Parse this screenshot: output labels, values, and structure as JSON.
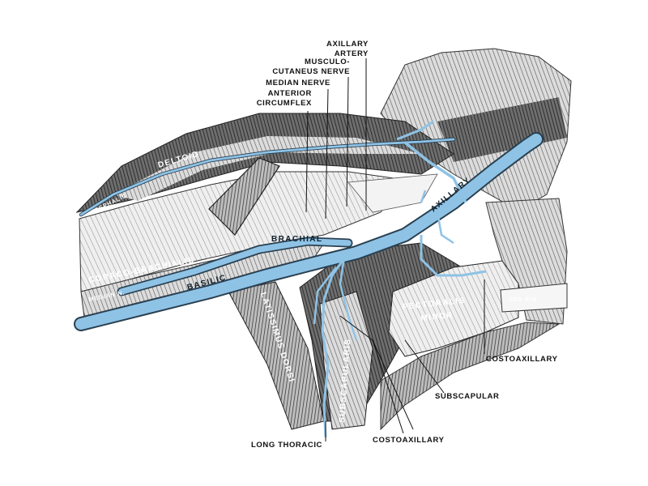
{
  "figure": {
    "labels": {
      "axillary_artery": [
        "AXILLARY",
        "ARTERY"
      ],
      "musculocutaneous_nerve": [
        "MUSCULO-",
        "CUTANEUS NERVE"
      ],
      "median_nerve": "MEDIAN NERVE",
      "anterior_circumflex": [
        "ANTERIOR",
        "CIRCUMFLEX"
      ],
      "deltoid": "DELTOID",
      "cephalic": "CEPHALIC",
      "axillary": "AXILLARY",
      "brachial": "BRACHIAL",
      "coraco_brachialis": "CORACO-BRACHIALIS",
      "median_n": "MEDIAN N.",
      "basilic": "BASILIC",
      "latissimus_dorsi": "LATISSIMUS DORSI",
      "subscapularis": "SUBSCAPULARIS",
      "pectoralis_minor": [
        "PECTORALIS",
        "MINOR"
      ],
      "third_rib": "3RD RIB",
      "costoaxillary_right": "COSTOAXILLARY",
      "subscapular": "SUBSCAPULAR",
      "costoaxillary_bottom": "COSTOAXILLARY",
      "long_thoracic": "LONG THORACIC"
    },
    "colors": {
      "vein": "#8ec3e6",
      "vein_outline": "#2a4050",
      "muscle_dark": "#2b2b2b",
      "muscle_mid": "#8a8a8a",
      "muscle_light": "#e4e4e4"
    }
  }
}
